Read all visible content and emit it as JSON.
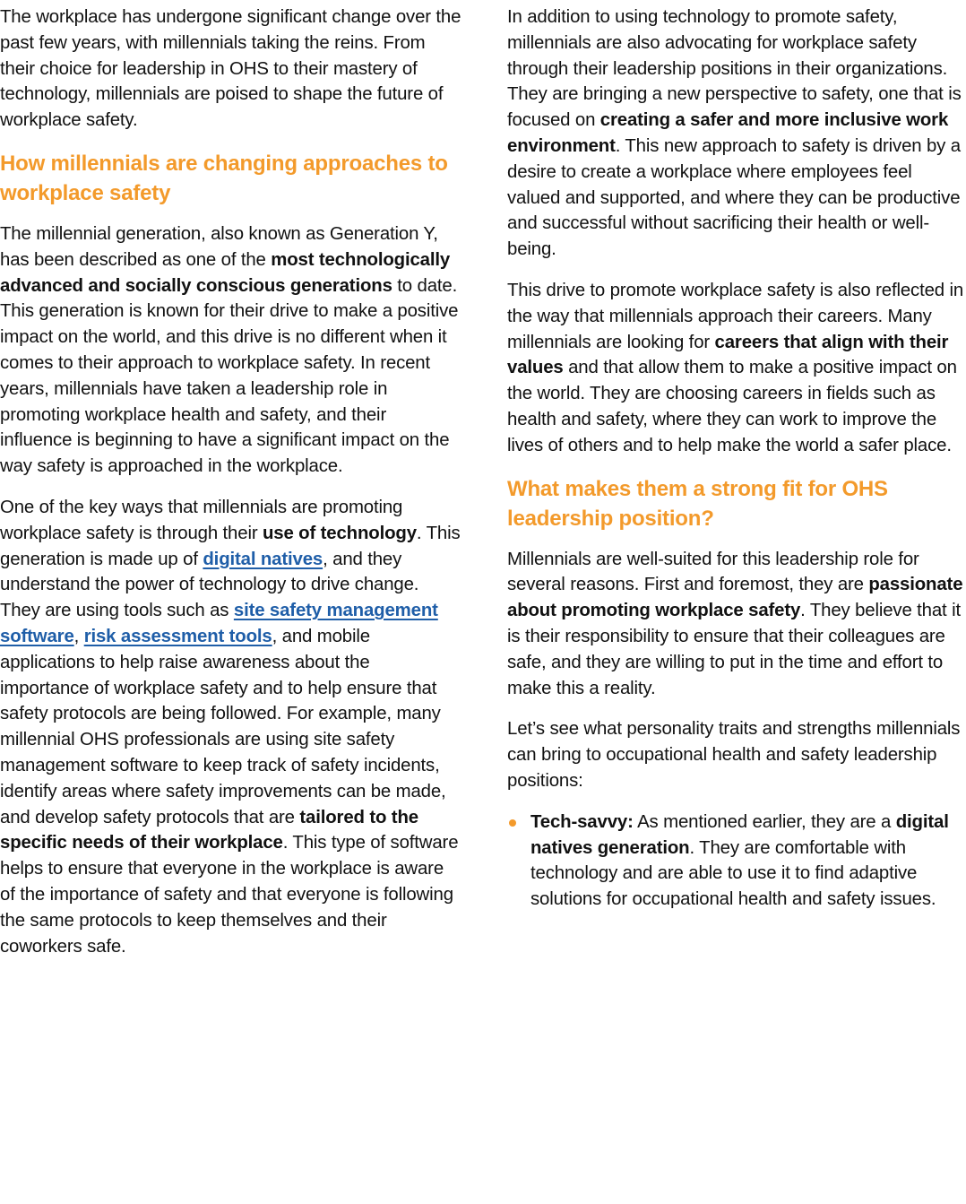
{
  "left_column": {
    "intro": "The workplace has undergone significant change over the past few years, with millennials taking the reins. From their choice for leadership in OHS to their mastery of technology, millennials are poised to shape the future of workplace safety.",
    "heading1": "How millennials are changing approaches to workplace safety",
    "p2": {
      "a": "The millennial generation, also known as Generation Y, has been described as one of the ",
      "bold": "most technologically advanced and socially conscious generations",
      "b": " to date. This generation is known for their drive to make a positive impact on the world, and this drive is no different when it comes to their approach to workplace safety. In recent years, millennials have taken a leadership role in promoting workplace health and safety, and their influence is beginning to have a significant impact on the way safety is approached in the workplace."
    },
    "p3": {
      "a": "One of the key ways that millennials are promoting workplace safety is through their ",
      "bold1": "use of technology",
      "b": ". This generation is made up of ",
      "link1": "digital natives",
      "c": ", and they understand the power of technology to drive change. They are using tools such as ",
      "link2": "site safety management software",
      "d": ", ",
      "link3": "risk assessment tools",
      "e": ", and mobile applications to help raise awareness about the importance of workplace safety and to help ensure that safety protocols are being followed. For example, many millennial OHS professionals are using site safety management software to keep track of safety incidents, identify areas where safety improvements can be made, and develop safety protocols that are ",
      "bold2": "tailored to the specific needs of their workplace",
      "f": ". This type of software helps to ensure that everyone in the workplace is aware of the importance of safety and that everyone is following the same protocols to keep themselves and their coworkers safe."
    }
  },
  "right_column": {
    "p1": {
      "a": "In addition to using technology to promote safety, millennials are also advocating for workplace safety through their leadership positions in their organizations. They are bringing a new perspective to safety, one that is focused on ",
      "bold": "creating a safer and more inclusive work environment",
      "b": ". This new approach to safety is driven by a desire to create a workplace where employees feel valued and supported, and where they can be productive and successful without sacrificing their health or well-being."
    },
    "p2": {
      "a": "This drive to promote workplace safety is also reflected in the way that millennials approach their careers. Many millennials are looking for ",
      "bold": "careers that align with their values",
      "b": " and that allow them to make a positive impact on the world. They are choosing careers in fields such as health and safety, where they can work to improve the lives of others and to help make the world a safer place."
    },
    "heading2": "What makes them a strong fit for OHS leadership position?",
    "p3": {
      "a": "Millennials are well-suited for this leadership role for several reasons. First and foremost, they are ",
      "bold": "passionate about promoting workplace safety",
      "b": ". They believe that it is their responsibility to ensure that their colleagues are safe, and they are willing to put in the time and effort to make this a reality."
    },
    "p4": "Let’s see what personality traits and strengths millennials can bring to occupational health and safety leadership positions:",
    "list": [
      {
        "title": "Tech-savvy:",
        "a": " As mentioned earlier, they are a ",
        "bold": "digital natives generation",
        "b": ". They are comfortable with technology and are able to use it to find adaptive solutions for occupational health and safety issues."
      }
    ]
  },
  "colors": {
    "accent": "#F39A2B",
    "link": "#1F5EA8",
    "text": "#111111"
  }
}
